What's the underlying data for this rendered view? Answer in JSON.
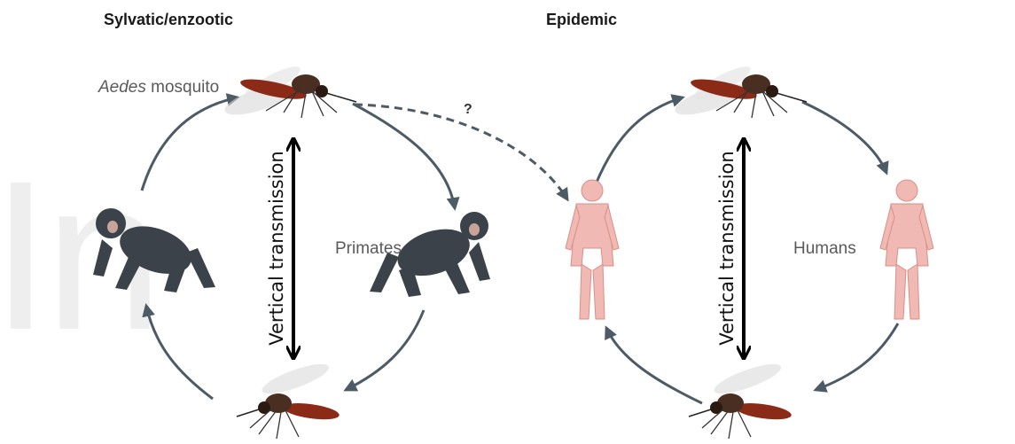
{
  "panels": {
    "left_title": "Sylvatic/enzootic",
    "right_title": "Epidemic"
  },
  "labels": {
    "vector_genus": "Aedes",
    "vector_word": "mosquito",
    "primates": "Primates",
    "humans": "Humans",
    "vertical_left": "Vertical transmission",
    "vertical_right": "Vertical transmission",
    "unknown_link": "?"
  },
  "colors": {
    "cycle_arrow": "#4d5b66",
    "vertical_arrow": "#000000",
    "primate": "#3b4249",
    "human": "#f1b9b3",
    "mosquito_body": "#8b2a16"
  }
}
